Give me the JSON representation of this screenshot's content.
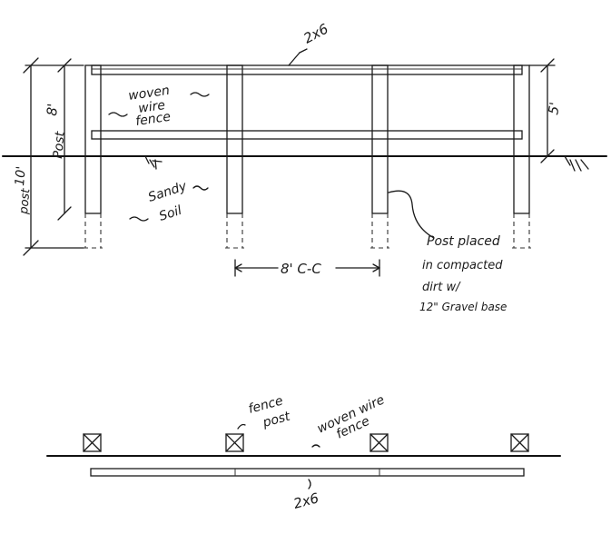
{
  "elevation": {
    "rail_label": "2x6",
    "fence_label_line1": "woven",
    "fence_label_line2": "wire",
    "fence_label_line3": "fence",
    "soil_label_line1": "Sandy",
    "soil_label_line2": "Soil",
    "post_label_8_value": "8'",
    "post_label_8_word": "Post",
    "post_label_10_value": "10'",
    "post_label_10_word": "post",
    "height_label": "5'",
    "spacing_label": "8' C-C",
    "note_line1": "Post placed",
    "note_line2": "in compacted",
    "note_line3": "dirt w/",
    "note_line4": "12\" Gravel base"
  },
  "plan": {
    "post_label_line1": "fence",
    "post_label_line2": "post",
    "fence_label_line1": "woven wire",
    "fence_label_line2": "fence",
    "rail_label": "2x6"
  }
}
